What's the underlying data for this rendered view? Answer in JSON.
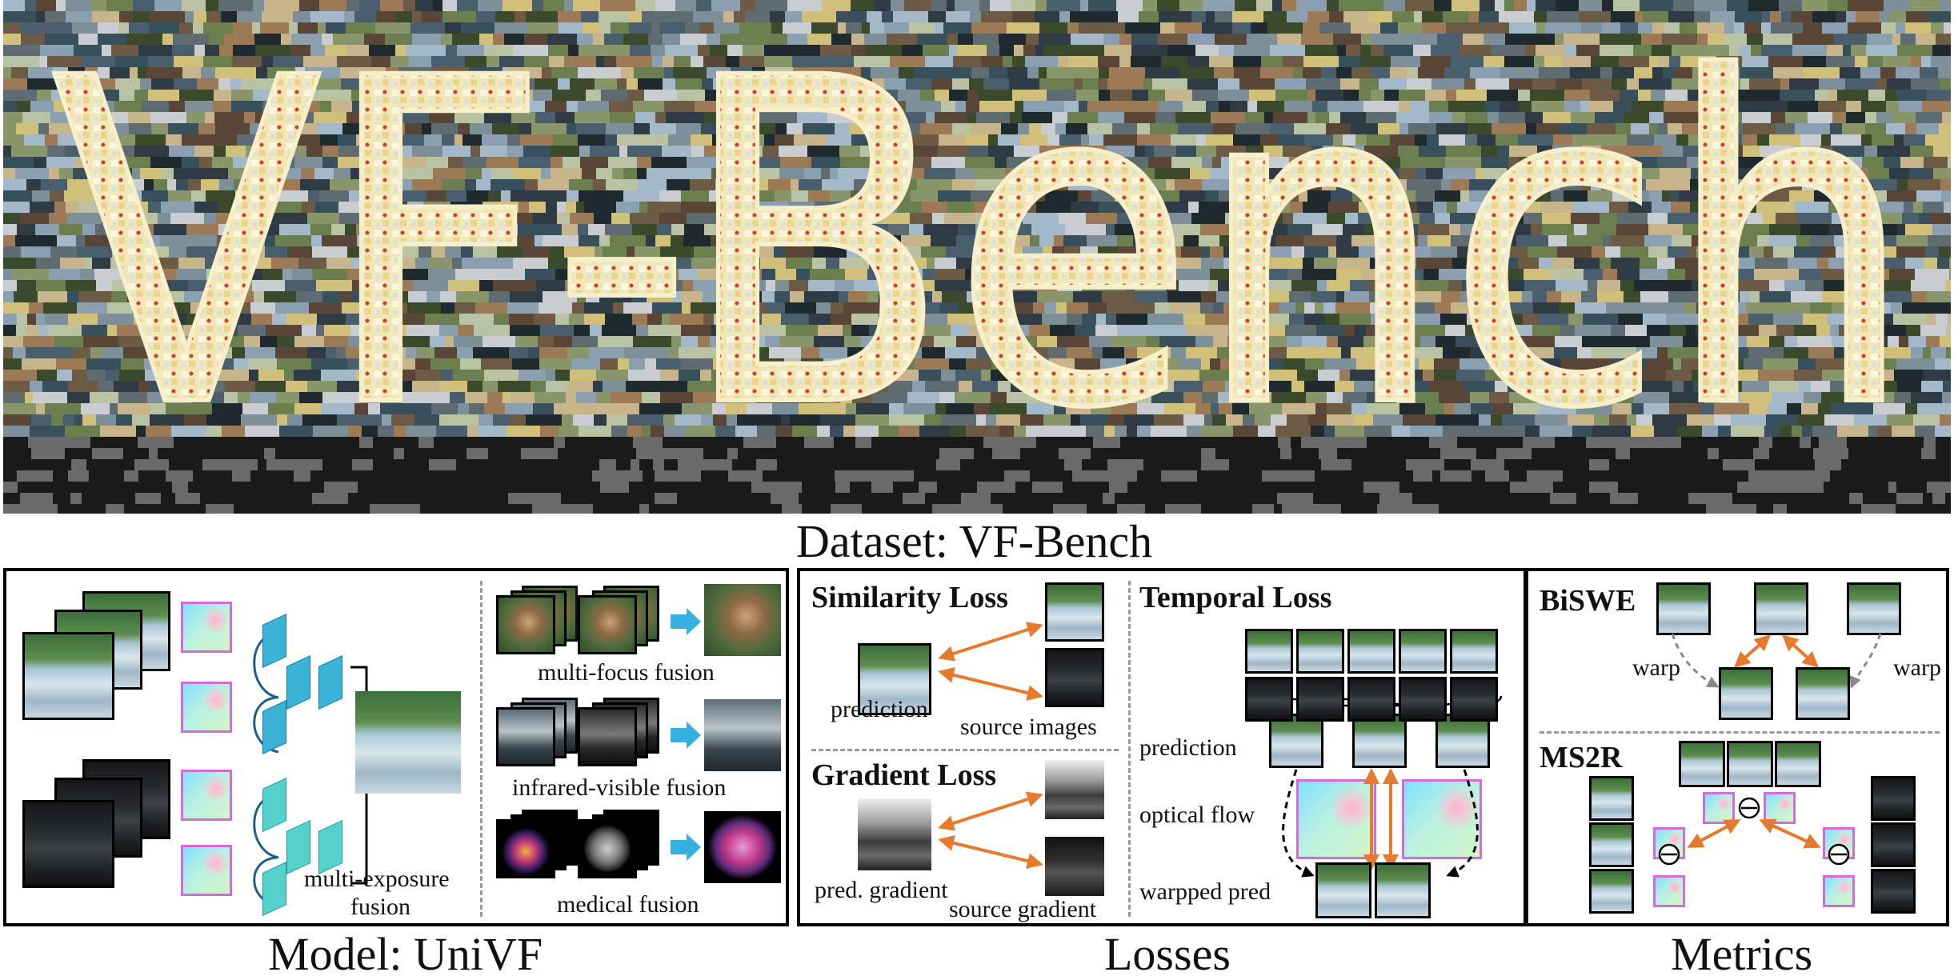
{
  "banner": {
    "word": "VF-Bench"
  },
  "captions": {
    "dataset": "Dataset: VF-Bench",
    "model": "Model: UniVF",
    "losses": "Losses",
    "metrics": "Metrics"
  },
  "model_panel": {
    "multi_exposure": [
      "multi-exposure",
      "fusion"
    ],
    "multi_focus": "multi-focus fusion",
    "infrared_visible": "infrared-visible fusion",
    "medical": "medical fusion"
  },
  "losses_panel": {
    "similarity": {
      "title": "Similarity Loss",
      "prediction": "prediction",
      "source": "source images"
    },
    "gradient": {
      "title": "Gradient Loss",
      "pred": "pred. gradient",
      "source": "source gradient"
    },
    "temporal": {
      "title": "Temporal Loss",
      "prediction": "prediction",
      "flow": "optical flow",
      "warped": "warpped pred"
    }
  },
  "metrics_panel": {
    "biswe": {
      "title": "BiSWE",
      "warp_left": "warp",
      "warp_right": "warp"
    },
    "ms2r": {
      "title": "MS2R"
    }
  },
  "colors": {
    "arrow": "#e67a2e",
    "flow_border": "#d36bd8",
    "cube_blue": "#3ab3d6",
    "cube_teal": "#55d2cc",
    "arrow_blue": "#35b0e0"
  }
}
